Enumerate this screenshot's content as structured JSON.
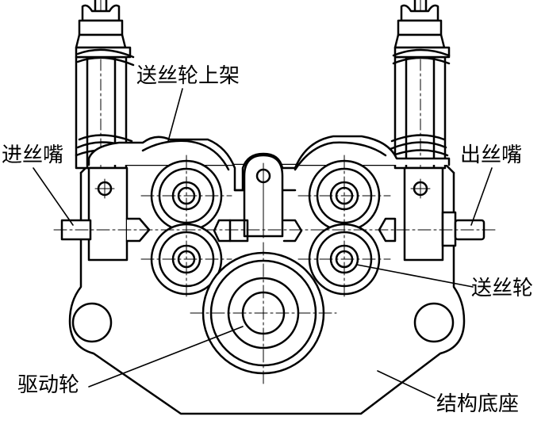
{
  "labels": {
    "upper_frame": "送丝轮上架",
    "inlet_nozzle": "进丝嘴",
    "outlet_nozzle": "出丝嘴",
    "feed_roller": "送丝轮",
    "drive_wheel": "驱动轮",
    "base": "结构底座"
  },
  "colors": {
    "stroke": "#000000",
    "background": "#ffffff"
  }
}
